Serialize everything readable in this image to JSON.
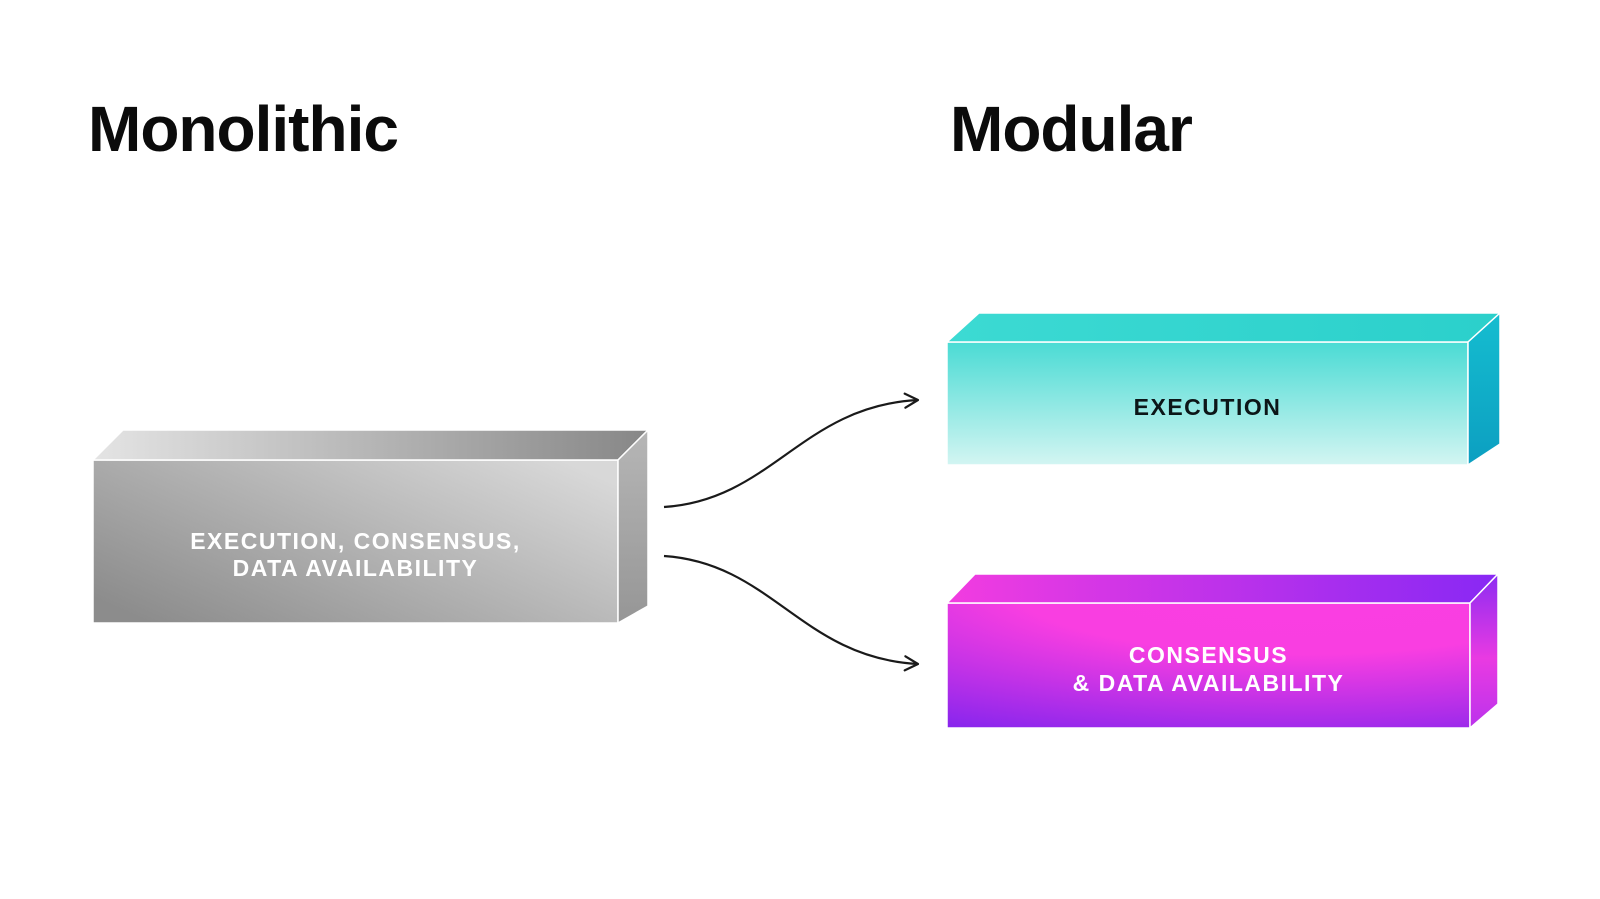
{
  "diagram": {
    "monolithic": {
      "title": "Monolithic",
      "box": {
        "label_lines": [
          "EXECUTION, CONSENSUS,",
          "DATA AVAILABILITY"
        ]
      }
    },
    "modular": {
      "title": "Modular",
      "execution_box": {
        "label_lines": [
          "EXECUTION"
        ]
      },
      "consensus_box": {
        "label_lines": [
          "CONSENSUS",
          "& DATA AVAILABILITY"
        ]
      }
    },
    "arrows": [
      {
        "from": "monolithic-box",
        "to": "execution-box"
      },
      {
        "from": "monolithic-box",
        "to": "consensus-box"
      }
    ]
  },
  "colors": {
    "background": "#ffffff",
    "title_text": "#0b0b0b",
    "arrow_stroke": "#1a1a1a",
    "edge_highlight": "#ffffff",
    "monolithic_label_text": "#ffffff",
    "execution_label_text": "#0c1618",
    "consensus_label_text": "#ffffff",
    "gray_top_left": "#e4e4e4",
    "gray_top_right": "#878787",
    "gray_front_left": "#8c8c8c",
    "gray_front_right": "#d8d8d8",
    "gray_side_top": "#b6b6b6",
    "gray_side_bottom": "#969696",
    "teal_top_left": "#3cdad3",
    "teal_top_right": "#2bd0cb",
    "teal_front_top": "#4adbd4",
    "teal_front_bottom": "#d3f5f2",
    "teal_side_top": "#15bdd0",
    "teal_side_bottom": "#0c9fc1",
    "magenta_top_left": "#f23ce0",
    "magenta_top_right": "#8828f4",
    "magenta_front_center": "#fa3ee2",
    "magenta_front_mid": "#f93ee1",
    "magenta_front_edge": "#7d23ee",
    "magenta_side_top": "#8c2cf2",
    "magenta_side_mid": "#e93ae2",
    "magenta_side_bottom": "#bb33ec"
  }
}
